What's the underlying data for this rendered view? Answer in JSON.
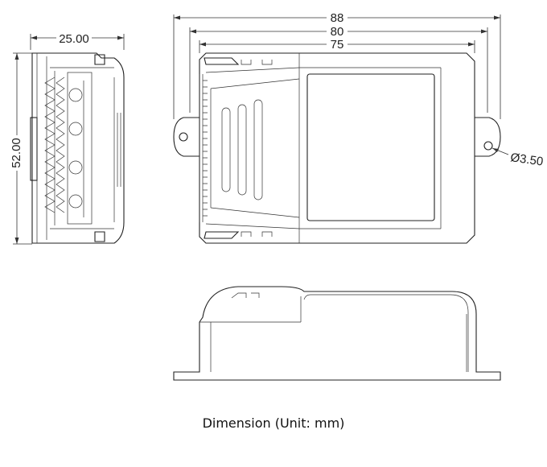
{
  "dimensions": {
    "total_length": "88",
    "inner_length": "80",
    "body_length": "75",
    "side_width": "25.00",
    "height": "52.00",
    "hole_diameter": "Ø3.50"
  },
  "caption": "Dimension (Unit:  mm)"
}
